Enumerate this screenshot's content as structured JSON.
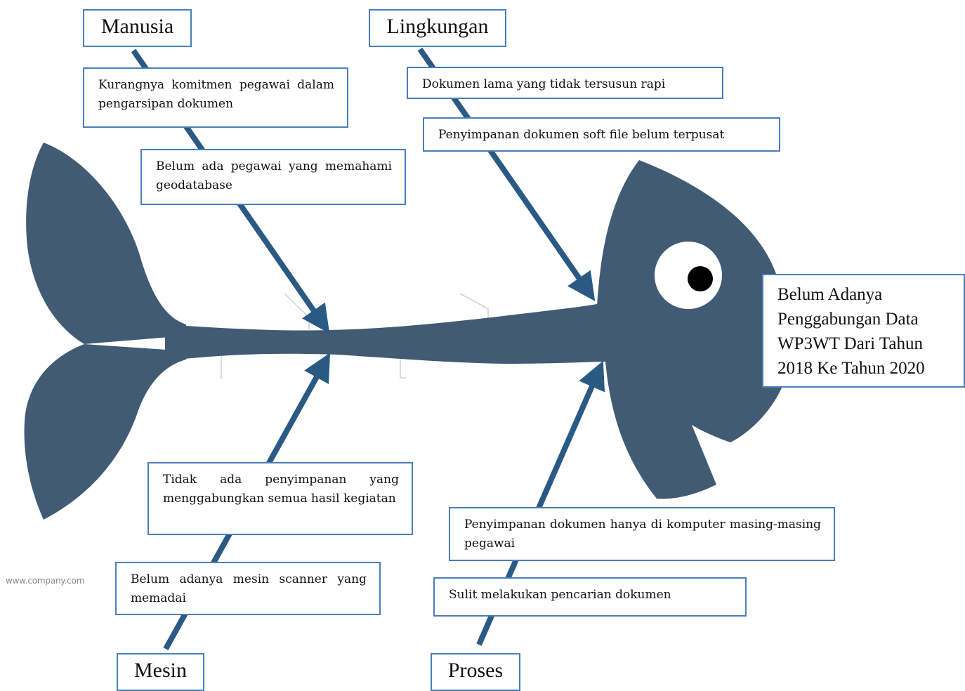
{
  "categories": {
    "manusia": "Manusia",
    "lingkungan": "Lingkungan",
    "mesin": "Mesin",
    "proses": "Proses"
  },
  "causes": {
    "manusia_1": "Kurangnya komitmen pegawai dalam pengarsipan dokumen",
    "manusia_2": "Belum ada pegawai yang memahami geodatabase",
    "lingkungan_1": "Dokumen lama yang tidak tersusun rapi",
    "lingkungan_2": "Penyimpanan dokumen soft file belum terpusat",
    "mesin_1": "Tidak ada penyimpanan yang menggabungkan semua hasil kegiatan",
    "mesin_2": "Belum adanya mesin scanner yang memadai",
    "proses_1": "Penyimpanan dokumen hanya di komputer masing-masing pegawai",
    "proses_2": "Sulit melakukan pencarian dokumen"
  },
  "effect": "Belum Adanya Penggabungan Data WP3WT Dari Tahun 2018 Ke Tahun 2020",
  "watermark": "www.company.com",
  "colors": {
    "fish": "#415b74",
    "box_border": "#4a7ebb",
    "arrow": "#2a5a84"
  }
}
